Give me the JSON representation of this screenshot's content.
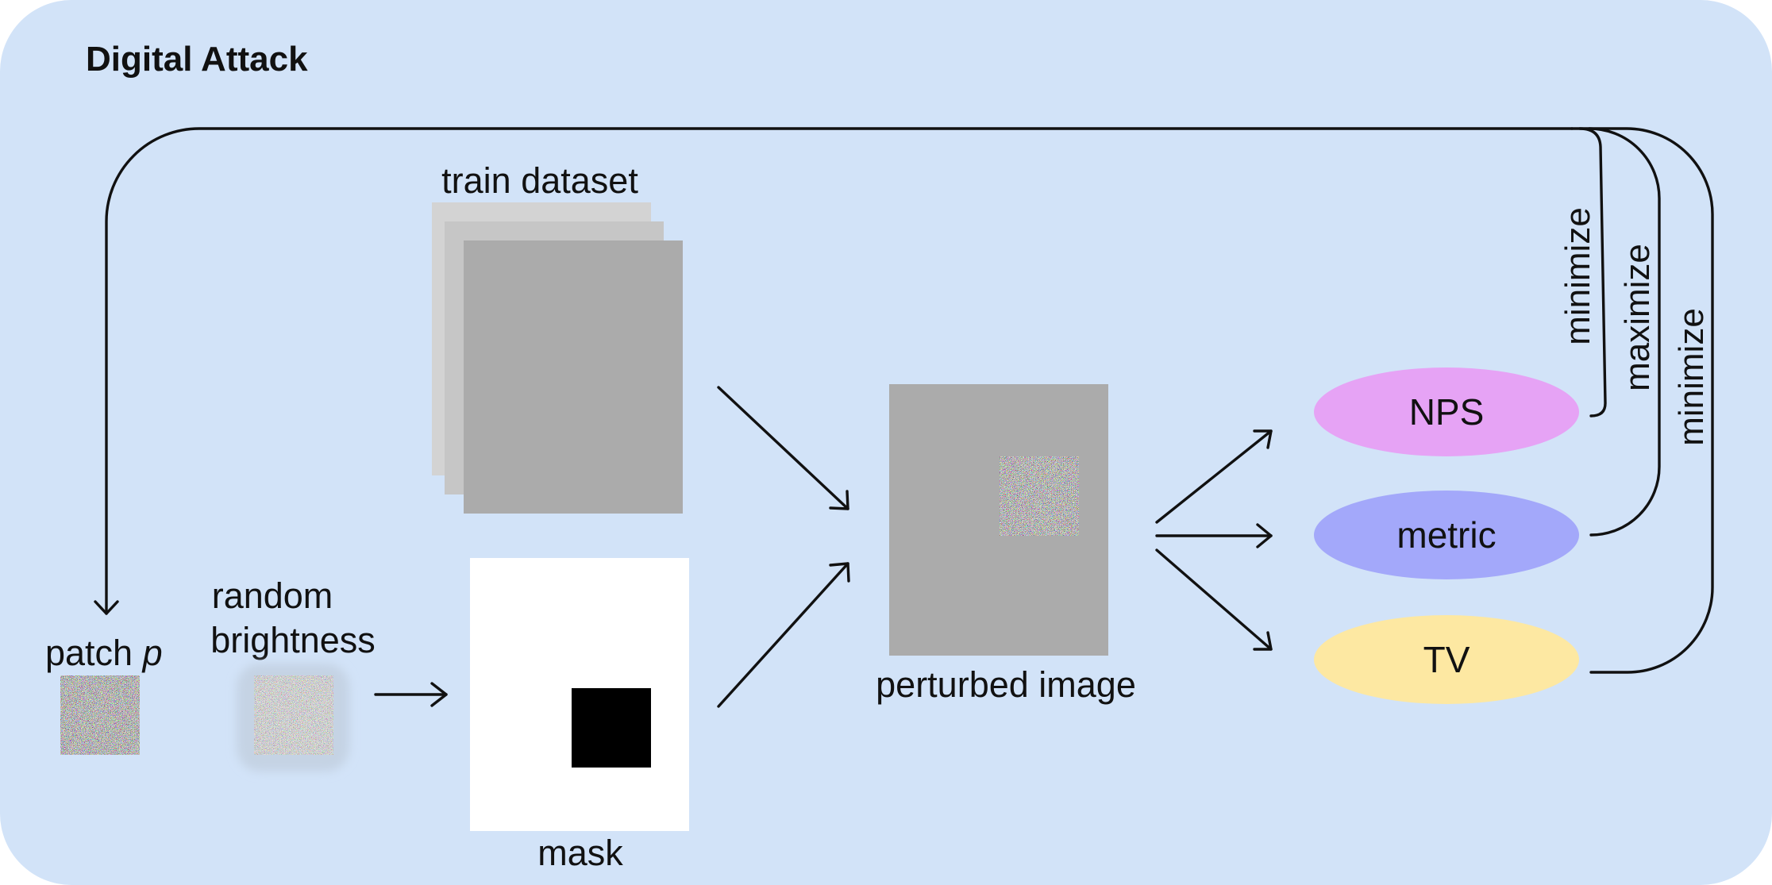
{
  "title": "Digital Attack",
  "labels": {
    "patch": "patch",
    "patch_var": "p",
    "random_brightness_line1": "random",
    "random_brightness_line2": "brightness",
    "train_dataset": "train dataset",
    "mask": "mask",
    "perturbed_image": "perturbed image"
  },
  "losses": [
    {
      "label": "NPS",
      "color": "#e6a3f5",
      "objective": "minimize"
    },
    {
      "label": "metric",
      "color": "#a3a8fa",
      "objective": "maximize"
    },
    {
      "label": "TV",
      "color": "#fde8a2",
      "objective": "minimize"
    }
  ],
  "colors": {
    "panel_background": "#d2e3f8",
    "image_gray": "#ababab",
    "stack_light": "#d3d3d3",
    "stack_mid": "#c6c6c6",
    "mask_background": "#ffffff",
    "mask_patch": "#000000",
    "brightness_halo": "#c5d3e4"
  }
}
